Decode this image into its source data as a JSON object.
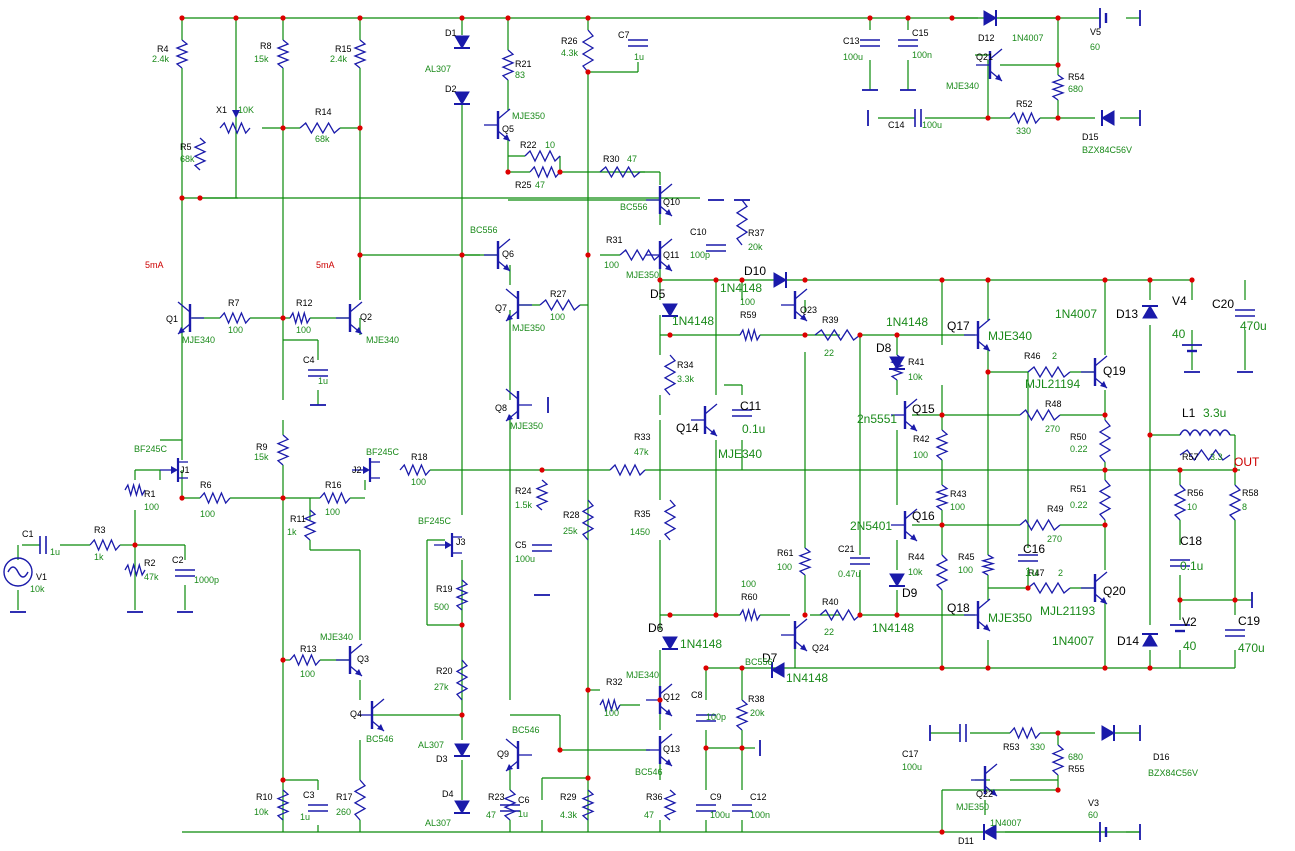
{
  "colors": {
    "wire": "#0a8a0a",
    "component": "#1a1aaa",
    "value_text": "#1a8a1a",
    "name_text": "#000000",
    "note_text": "#cc0000",
    "junction": "#dd0000"
  },
  "resistors": [
    {
      "ref": "R4",
      "value": "2.4k"
    },
    {
      "ref": "R8",
      "value": "15k"
    },
    {
      "ref": "R15",
      "value": "2.4k"
    },
    {
      "ref": "R5",
      "value": "68k"
    },
    {
      "ref": "R14",
      "value": "68k"
    },
    {
      "ref": "R21",
      "value": "83"
    },
    {
      "ref": "R26",
      "value": "4.3k"
    },
    {
      "ref": "R22",
      "value": "10"
    },
    {
      "ref": "R25",
      "value": "47"
    },
    {
      "ref": "R30",
      "value": "47"
    },
    {
      "ref": "R31",
      "value": "100"
    },
    {
      "ref": "R37",
      "value": "20k"
    },
    {
      "ref": "R7",
      "value": "100"
    },
    {
      "ref": "R12",
      "value": "100"
    },
    {
      "ref": "R27",
      "value": "100"
    },
    {
      "ref": "R59",
      "value": "100"
    },
    {
      "ref": "R39",
      "value": "22"
    },
    {
      "ref": "R34",
      "value": "3.3k"
    },
    {
      "ref": "R41",
      "value": "10k"
    },
    {
      "ref": "R46",
      "value": "2"
    },
    {
      "ref": "R48",
      "value": "270"
    },
    {
      "ref": "R50",
      "value": "0.22"
    },
    {
      "ref": "R42",
      "value": "100"
    },
    {
      "ref": "R9",
      "value": "15k"
    },
    {
      "ref": "R18",
      "value": "100"
    },
    {
      "ref": "R33",
      "value": "47k"
    },
    {
      "ref": "R1",
      "value": "100"
    },
    {
      "ref": "R6",
      "value": "100"
    },
    {
      "ref": "R16",
      "value": "100"
    },
    {
      "ref": "R24",
      "value": "1.5k"
    },
    {
      "ref": "R43",
      "value": "100"
    },
    {
      "ref": "R51",
      "value": "0.22"
    },
    {
      "ref": "R57",
      "value": "3.3"
    },
    {
      "ref": "R56",
      "value": "10"
    },
    {
      "ref": "R58",
      "value": "8"
    },
    {
      "ref": "R11",
      "value": "1k"
    },
    {
      "ref": "R28",
      "value": "25k"
    },
    {
      "ref": "R35",
      "value": "1450"
    },
    {
      "ref": "R49",
      "value": "270"
    },
    {
      "ref": "R3",
      "value": "1k"
    },
    {
      "ref": "R2",
      "value": "47k"
    },
    {
      "ref": "R19",
      "value": "500"
    },
    {
      "ref": "R61",
      "value": "100"
    },
    {
      "ref": "R44",
      "value": "10k"
    },
    {
      "ref": "R45",
      "value": "100"
    },
    {
      "ref": "R47",
      "value": "2"
    },
    {
      "ref": "R60",
      "value": "100"
    },
    {
      "ref": "R40",
      "value": "22"
    },
    {
      "ref": "R13",
      "value": "100"
    },
    {
      "ref": "R20",
      "value": "27k"
    },
    {
      "ref": "R32",
      "value": "100"
    },
    {
      "ref": "R38",
      "value": "20k"
    },
    {
      "ref": "R10",
      "value": "10k"
    },
    {
      "ref": "R17",
      "value": "260"
    },
    {
      "ref": "R23",
      "value": "47"
    },
    {
      "ref": "R29",
      "value": "4.3k"
    },
    {
      "ref": "R36",
      "value": "47"
    },
    {
      "ref": "R52",
      "value": "330"
    },
    {
      "ref": "R54",
      "value": "680"
    },
    {
      "ref": "R53",
      "value": "330"
    },
    {
      "ref": "R55",
      "value": "680"
    }
  ],
  "capacitors": [
    {
      "ref": "C7",
      "value": "1u"
    },
    {
      "ref": "C13",
      "value": "100u"
    },
    {
      "ref": "C15",
      "value": "100n"
    },
    {
      "ref": "C14",
      "value": "100u"
    },
    {
      "ref": "C10",
      "value": "100p"
    },
    {
      "ref": "C4",
      "value": "1u"
    },
    {
      "ref": "C11",
      "value": "0.1u"
    },
    {
      "ref": "C20",
      "value": "470u"
    },
    {
      "ref": "C5",
      "value": "100u"
    },
    {
      "ref": "C1",
      "value": "1u"
    },
    {
      "ref": "C2",
      "value": "1000p"
    },
    {
      "ref": "C21",
      "value": "0.47u"
    },
    {
      "ref": "C16",
      "value": "1u"
    },
    {
      "ref": "C18",
      "value": "0.1u"
    },
    {
      "ref": "C19",
      "value": "470u"
    },
    {
      "ref": "C8",
      "value": "100p"
    },
    {
      "ref": "C3",
      "value": "1u"
    },
    {
      "ref": "C6",
      "value": "1u"
    },
    {
      "ref": "C9",
      "value": "100u"
    },
    {
      "ref": "C12",
      "value": "100n"
    },
    {
      "ref": "C17",
      "value": "100u"
    }
  ],
  "diodes": [
    {
      "ref": "D1",
      "part": ""
    },
    {
      "ref": "D2",
      "part": "AL307"
    },
    {
      "ref": "D12",
      "part": "1N4007"
    },
    {
      "ref": "D15",
      "part": "BZX84C56V"
    },
    {
      "ref": "D10",
      "part": "1N4148"
    },
    {
      "ref": "D5",
      "part": "1N4148"
    },
    {
      "ref": "D8",
      "part": "1N4148"
    },
    {
      "ref": "D13",
      "part": "1N4007"
    },
    {
      "ref": "D9",
      "part": "1N4148"
    },
    {
      "ref": "D6",
      "part": "1N4148"
    },
    {
      "ref": "D7",
      "part": "1N4148"
    },
    {
      "ref": "D14",
      "part": "1N4007"
    },
    {
      "ref": "D3",
      "part": "AL307"
    },
    {
      "ref": "D4",
      "part": "AL307"
    },
    {
      "ref": "D11",
      "part": "1N4007"
    },
    {
      "ref": "D16",
      "part": "BZX84C56V"
    }
  ],
  "transistors": [
    {
      "ref": "Q1",
      "part": "MJE340"
    },
    {
      "ref": "Q2",
      "part": "MJE340"
    },
    {
      "ref": "Q3",
      "part": "MJE340"
    },
    {
      "ref": "Q4",
      "part": "BC546"
    },
    {
      "ref": "Q5",
      "part": "MJE350"
    },
    {
      "ref": "Q6",
      "part": "BC556"
    },
    {
      "ref": "Q7",
      "part": "MJE350"
    },
    {
      "ref": "Q8",
      "part": "MJE350"
    },
    {
      "ref": "Q9",
      "part": "BC546"
    },
    {
      "ref": "Q10",
      "part": "BC556"
    },
    {
      "ref": "Q11",
      "part": "MJE350"
    },
    {
      "ref": "Q12",
      "part": "MJE340"
    },
    {
      "ref": "Q13",
      "part": "BC546"
    },
    {
      "ref": "Q14",
      "part": "MJE340"
    },
    {
      "ref": "Q15",
      "part": "2n5551"
    },
    {
      "ref": "Q16",
      "part": "2N5401"
    },
    {
      "ref": "Q17",
      "part": "MJE340"
    },
    {
      "ref": "Q18",
      "part": "MJE350"
    },
    {
      "ref": "Q19",
      "part": "MJL21194"
    },
    {
      "ref": "Q20",
      "part": "MJL21193"
    },
    {
      "ref": "Q21",
      "part": "MJE340"
    },
    {
      "ref": "Q22",
      "part": "MJE350"
    },
    {
      "ref": "Q23",
      "part": ""
    },
    {
      "ref": "Q24",
      "part": "BC556"
    }
  ],
  "jfets": [
    {
      "ref": "J1",
      "part": "BF245C"
    },
    {
      "ref": "J2",
      "part": "BF245C"
    },
    {
      "ref": "J3",
      "part": "BF245C"
    }
  ],
  "sources": [
    {
      "ref": "V1",
      "value": "10k"
    },
    {
      "ref": "V2",
      "value": "40"
    },
    {
      "ref": "V3",
      "value": "60"
    },
    {
      "ref": "V4",
      "value": "40"
    },
    {
      "ref": "V5",
      "value": "60"
    }
  ],
  "others": [
    {
      "ref": "X1",
      "value": "10K"
    },
    {
      "ref": "L1",
      "value": "3.3u"
    }
  ],
  "notes": [
    "5mA",
    "5mA"
  ],
  "output_label": "OUT"
}
